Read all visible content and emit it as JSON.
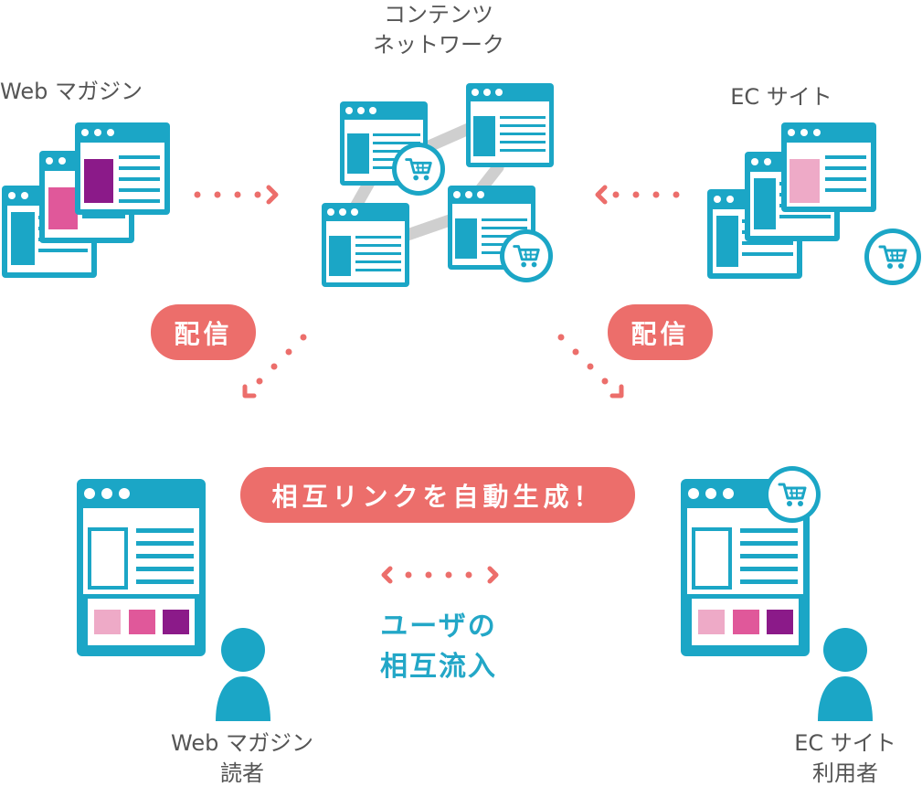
{
  "labels": {
    "content_network_line1": "コンテンツ",
    "content_network_line2": "ネットワーク",
    "web_magazine": "Web マガジン",
    "ec_site": "EC サイト",
    "web_reader_line1": "Web マガジン",
    "web_reader_line2": "読者",
    "ec_user_line1": "EC サイト",
    "ec_user_line2": "利用者"
  },
  "badges": {
    "distribute_left": "配信",
    "distribute_right": "配信",
    "mutual_links": "相互リンクを自動生成！"
  },
  "mutual_flow": {
    "line1": "ユーザの",
    "line2": "相互流入"
  },
  "colors": {
    "teal": "#1ba6c6",
    "coral": "#ec6e6b",
    "light_pink": "#eeaac7",
    "pink": "#e0589a",
    "purple": "#8b1a89",
    "gray_link": "#cfcfcf",
    "text_gray": "#555555"
  },
  "icons": [
    "browser-window-icon",
    "shopping-cart-icon",
    "user-icon",
    "dotted-arrow-icon"
  ]
}
